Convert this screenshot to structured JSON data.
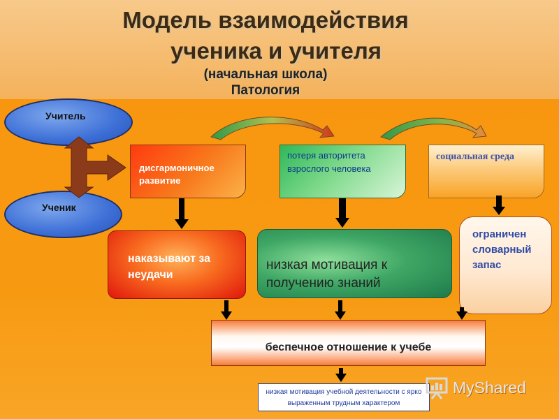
{
  "title": {
    "line1": "Модель взаимодействия",
    "line2": "ученика   и учителя",
    "line3": "(начальная школа)",
    "line4": "Патология"
  },
  "nodes": {
    "teacher": "Учитель",
    "student": "Ученик",
    "disharmonious": "дисгармоничное развитие",
    "authority_loss": "потеря авторитета взрослого человека",
    "social_env": "социальная среда",
    "punished": "наказывают за неудачи",
    "low_motivation": "низкая мотивация к получению знаний",
    "limited_vocab": "ограничен словарный запас",
    "careless": "беспечное отношение к учебе",
    "low_activity": "низкая мотивация учебной деятельности с ярко выраженным трудным характером"
  },
  "watermark": "MyShared",
  "colors": {
    "background": "#f8970f",
    "header": "#f6bd75",
    "ellipse": "#3d6fd6",
    "red_box": "#e0160c",
    "green_box": "#3fa765"
  }
}
